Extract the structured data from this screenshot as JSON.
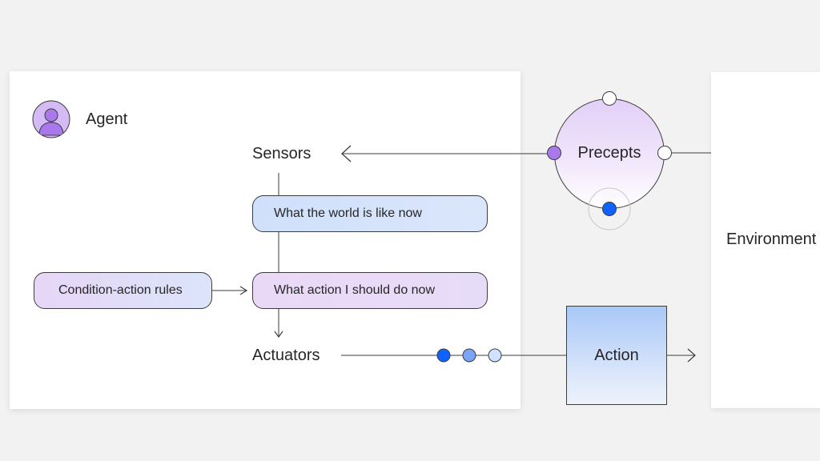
{
  "agent": {
    "title": "Agent",
    "sensors_label": "Sensors",
    "actuators_label": "Actuators",
    "world_state": "What the world is like now",
    "action_decision": "What action I should do now",
    "condition_rules": "Condition-action rules"
  },
  "precepts": {
    "label": "Precepts"
  },
  "action": {
    "label": "Action"
  },
  "environment": {
    "label": "Environment"
  },
  "colors": {
    "background": "#f2f2f2",
    "panel": "#ffffff",
    "stroke": "#3d3d3d",
    "purple": "#a978ec",
    "blue_dark": "#0f62fe",
    "blue_mid": "#7aa4f6",
    "blue_light": "#d0e2ff"
  }
}
